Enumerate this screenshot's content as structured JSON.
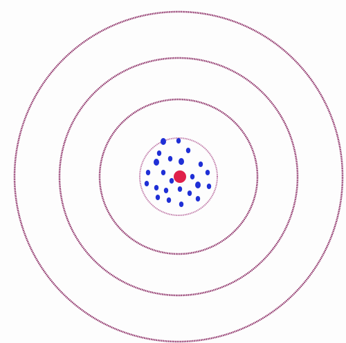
{
  "diagram": {
    "type": "target-with-scattered-points",
    "colors": {
      "background": "#fdfdfd",
      "ring": "#8a2a63",
      "inner_ring": "#c07aa8",
      "point": "#1f2fd6",
      "center": "#e0204a"
    },
    "ring_count": 4,
    "point_count": 24,
    "has_center_mark": true
  }
}
